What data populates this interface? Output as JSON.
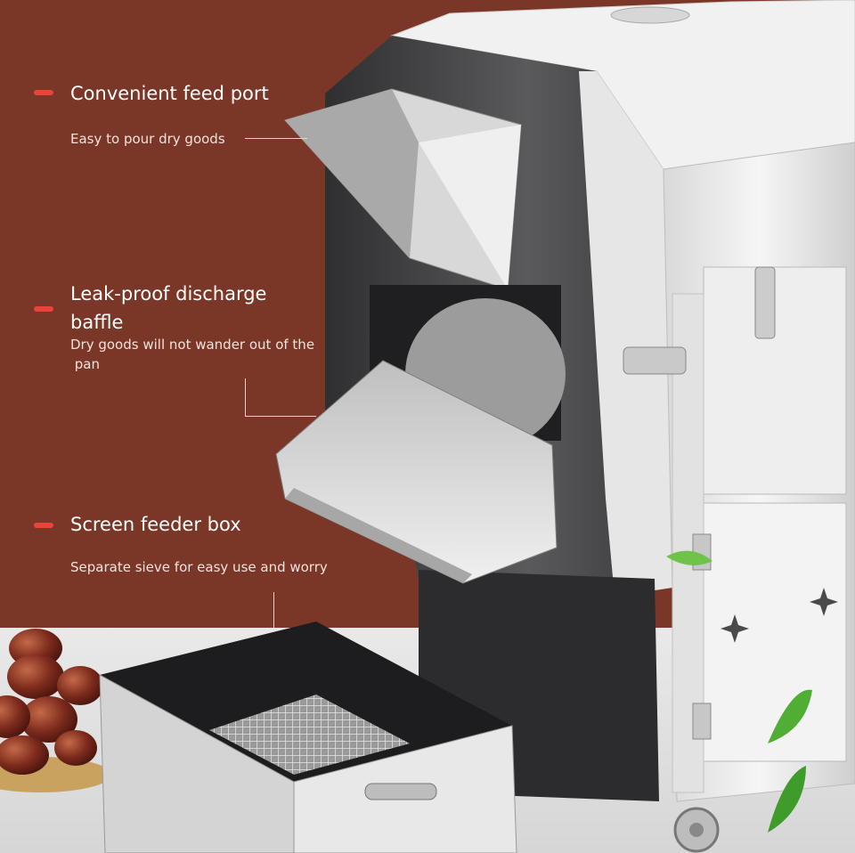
{
  "colors": {
    "background_brown": "#7a3626",
    "accent_dash": "#e8443a",
    "steel_light": "#eeeeee",
    "steel_dark": "#3a3a3c"
  },
  "features": [
    {
      "title": "Convenient feed port",
      "desc": "Easy to pour dry goods"
    },
    {
      "title_line1": "Leak-proof discharge",
      "title_line2": "baffle",
      "desc_line1": "Dry goods will not wander out of the",
      "desc_line2": " pan"
    },
    {
      "title": "Screen feeder box",
      "desc": "Separate sieve for easy use and worry"
    }
  ],
  "photo": {
    "subject": "stainless-steel chestnut roasting machine with hopper, discharge baffle, sieve box and basket of chestnuts"
  }
}
